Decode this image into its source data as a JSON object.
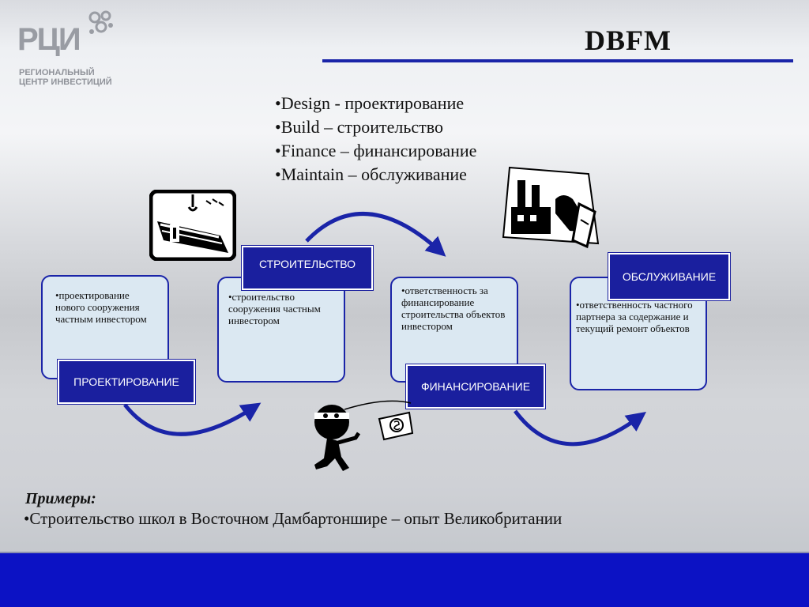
{
  "slide": {
    "title": "DBFM",
    "logo": {
      "wordmark": "РЦИ",
      "line1": "РЕГИОНАЛЬНЫЙ",
      "line2": "ЦЕНТР ИНВЕСТИЦИЙ"
    },
    "bullets": [
      "•Design - проектирование",
      "•Build – строительство",
      "•Finance – финансирование",
      "•Maintain – обслуживание"
    ],
    "stages": [
      {
        "label": "ПРОЕКТИРОВАНИЕ",
        "text": "•проектирование нового сооружения частным инвестором"
      },
      {
        "label": "СТРОИТЕЛЬСТВО",
        "text": "•строительство сооружения частным инвестором"
      },
      {
        "label": "ФИНАНСИРОВАНИЕ",
        "text": "•ответственность за финансирование строительства объектов инвестором"
      },
      {
        "label": "ОБСЛУЖИВАНИЕ",
        "text": "•ответственность частного партнера за содержание и текущий ремонт объектов"
      }
    ],
    "examples": {
      "title": "Примеры:",
      "item": "•Строительство школ в Восточном Дамбартоншире – опыт Великобритании"
    },
    "icons": [
      "crane-beam-icon",
      "factory-handshake-icon",
      "thief-money-icon"
    ],
    "colors": {
      "accent": "#1a24a8",
      "label_bg": "#1a1f9e",
      "card_bg": "#dbe8f2",
      "footer": "#0c12c4"
    }
  }
}
